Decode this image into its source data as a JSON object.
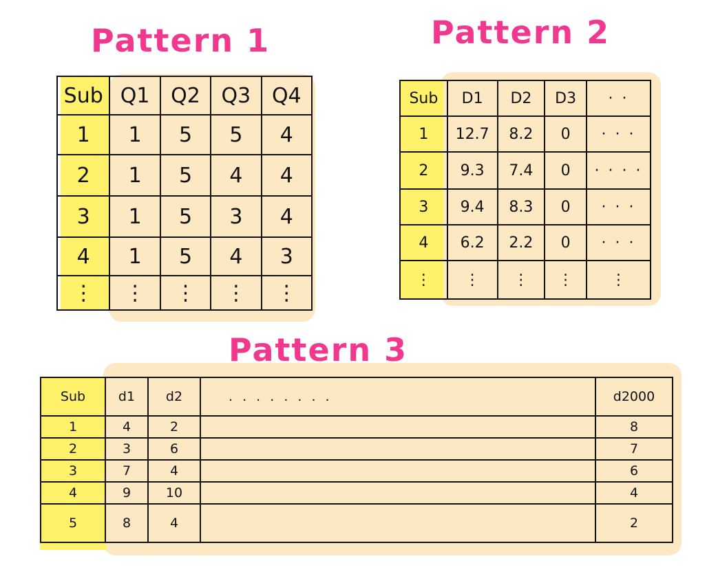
{
  "colors": {
    "title": "#f0388f",
    "highlight": "#fff150",
    "wash": "#fde8c4",
    "ink": "#111111"
  },
  "pattern1": {
    "title": "Pattern 1",
    "headers": [
      "Sub",
      "Q1",
      "Q2",
      "Q3",
      "Q4"
    ],
    "rows": [
      [
        "1",
        "1",
        "5",
        "5",
        "4"
      ],
      [
        "2",
        "1",
        "5",
        "4",
        "4"
      ],
      [
        "3",
        "1",
        "5",
        "3",
        "4"
      ],
      [
        "4",
        "1",
        "5",
        "4",
        "3"
      ]
    ],
    "ellipsis": "⋮"
  },
  "pattern2": {
    "title": "Pattern 2",
    "headers": [
      "Sub",
      "D1",
      "D2",
      "D3",
      "· ·"
    ],
    "rows": [
      [
        "1",
        "12.7",
        "8.2",
        "0",
        "· · ·"
      ],
      [
        "2",
        "9.3",
        "7.4",
        "0",
        "· · · ·"
      ],
      [
        "3",
        "9.4",
        "8.3",
        "0",
        "· · ·"
      ],
      [
        "4",
        "6.2",
        "2.2",
        "0",
        "· · ·"
      ]
    ],
    "ellipsis": "⋮"
  },
  "pattern3": {
    "title": "Pattern 3",
    "headers": [
      "Sub",
      "d1",
      "d2",
      ". . . . . . . .",
      "d2000"
    ],
    "rows": [
      [
        "1",
        "4",
        "2",
        "",
        "8"
      ],
      [
        "2",
        "3",
        "6",
        "",
        "7"
      ],
      [
        "3",
        "7",
        "4",
        "",
        "6"
      ],
      [
        "4",
        "9",
        "10",
        "",
        "4"
      ],
      [
        "5",
        "8",
        "4",
        "",
        "2"
      ]
    ]
  }
}
